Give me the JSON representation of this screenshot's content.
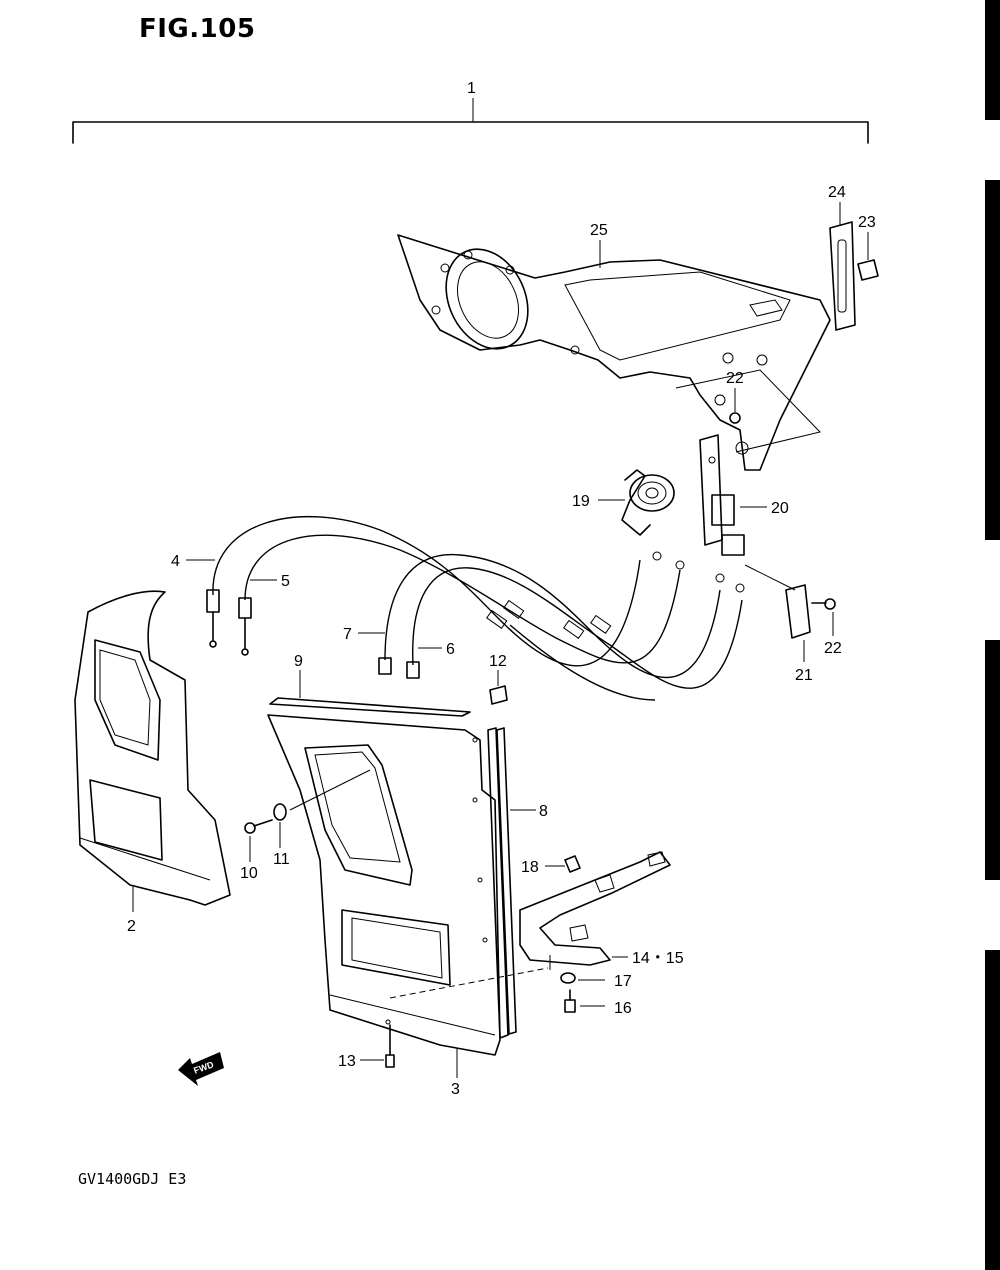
{
  "figure_title": "FIG.105",
  "model_code": "GV1400GDJ  E3",
  "fwd_label": "FWD",
  "callouts": {
    "p1": "1",
    "p2": "2",
    "p3": "3",
    "p4": "4",
    "p5": "5",
    "p6": "6",
    "p7": "7",
    "p8": "8",
    "p9": "9",
    "p10": "10",
    "p11": "11",
    "p12": "12",
    "p13": "13",
    "p14_15": "14・15",
    "p16": "16",
    "p17": "17",
    "p18": "18",
    "p19": "19",
    "p20": "20",
    "p21": "21",
    "p22a": "22",
    "p22b": "22",
    "p23": "23",
    "p24": "24",
    "p25": "25"
  }
}
